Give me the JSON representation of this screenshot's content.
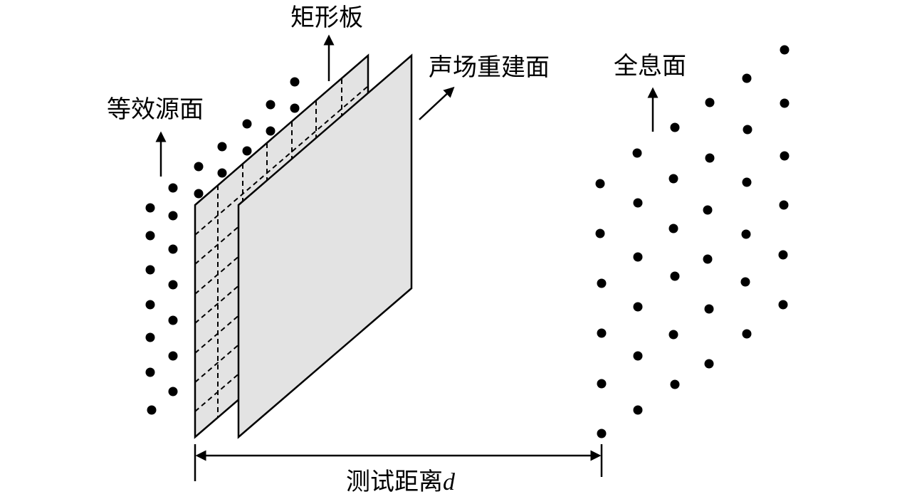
{
  "labels": {
    "equivalent_source": "等效源面",
    "rectangular_plate": "矩形板",
    "reconstruction_plane": "声场重建面",
    "hologram_plane": "全息面",
    "distance_text": "测试距离",
    "distance_symbol": "d"
  },
  "colors": {
    "ink": "#000000",
    "plate_fill": "#e3e3e3",
    "background": "#ffffff"
  }
}
